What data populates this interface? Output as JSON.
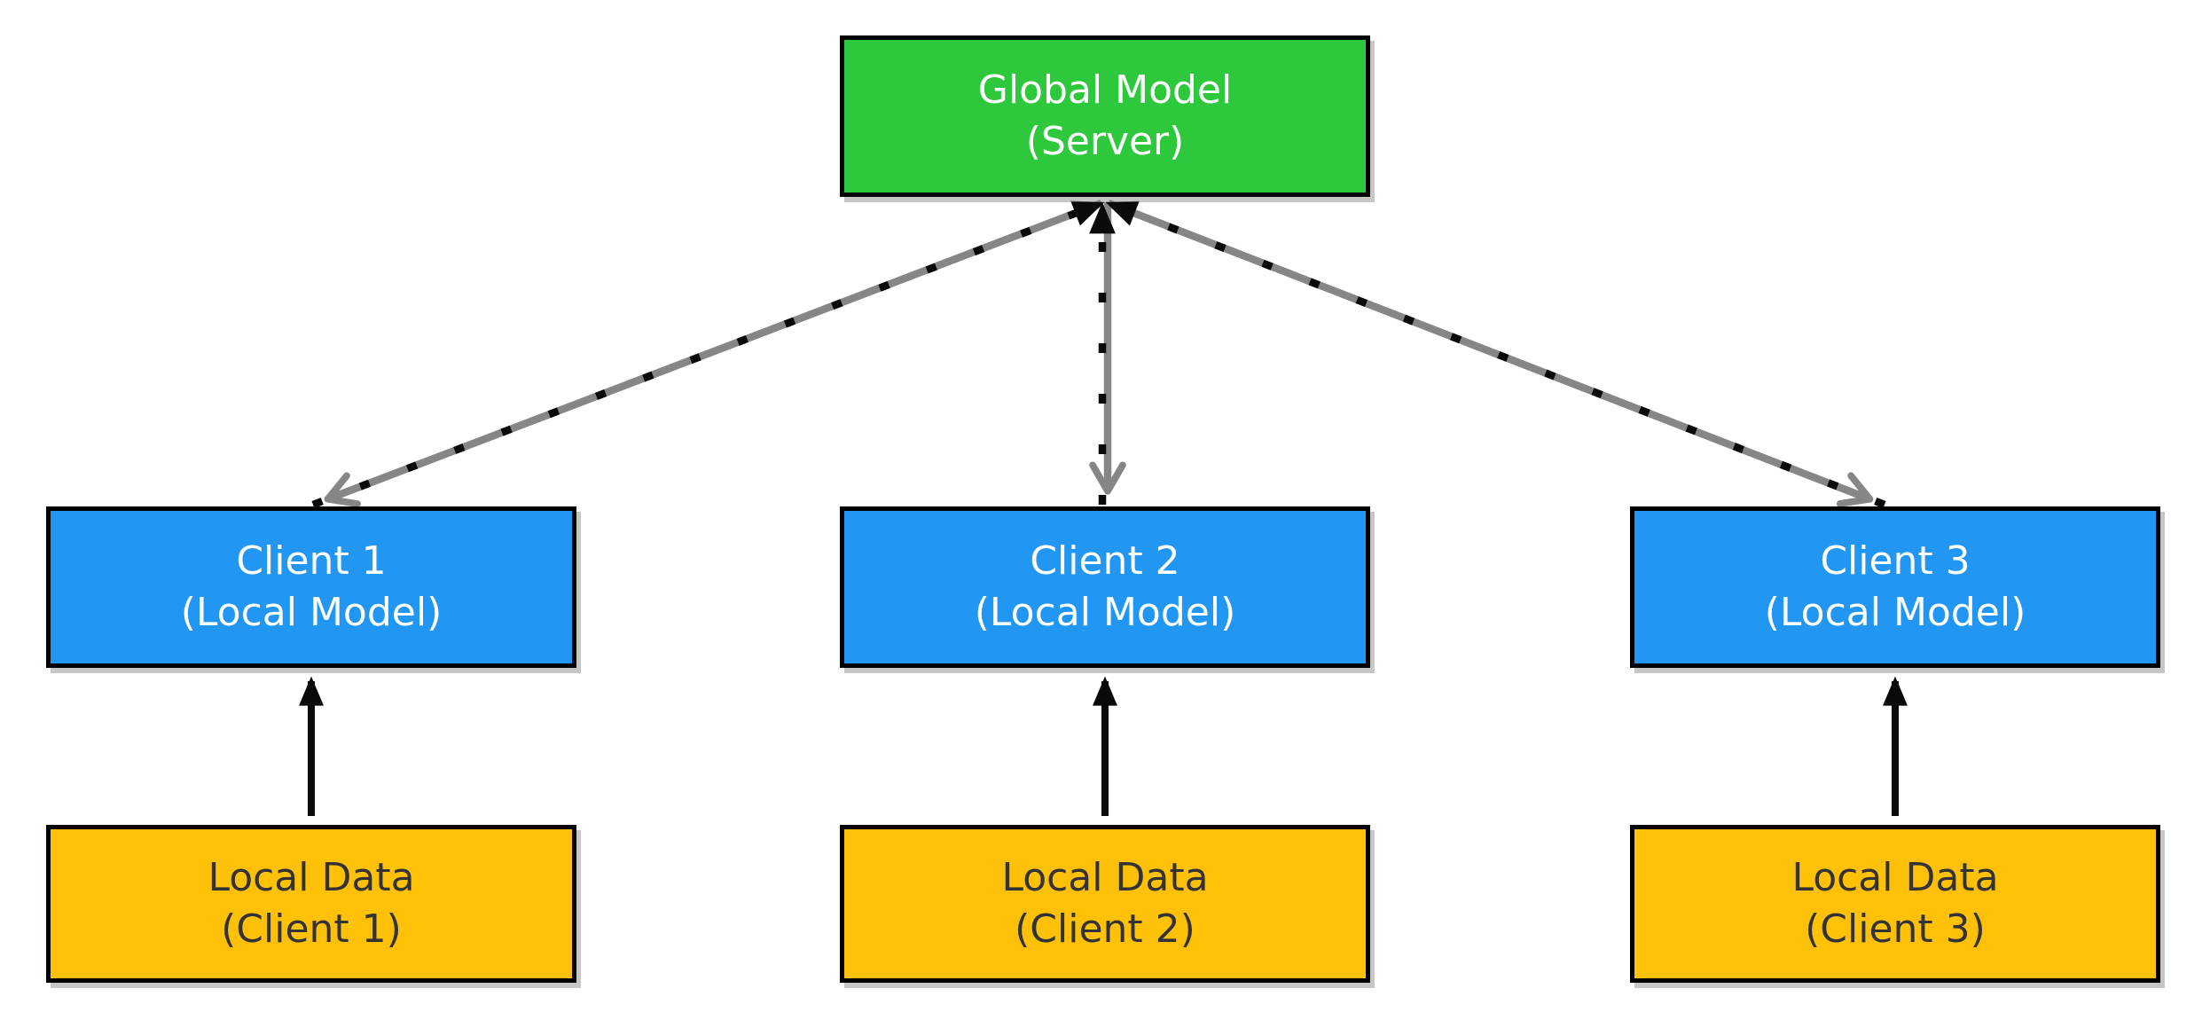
{
  "diagram": {
    "kind": "federated-learning-architecture",
    "colors": {
      "server_fill": "#2dc83c",
      "client_fill": "#2196f3",
      "data_fill": "#ffc107",
      "box_border": "#000000",
      "text_on_color": "#ffffff",
      "text_on_data": "#333333",
      "arrow_gray": "#868686",
      "arrow_black": "#0a0a0a",
      "background": "#ffffff"
    },
    "nodes": {
      "server": {
        "id": "server",
        "line1": "Global Model",
        "line2": "(Server)"
      },
      "clients": [
        {
          "id": "client-1",
          "line1": "Client 1",
          "line2": "(Local Model)"
        },
        {
          "id": "client-2",
          "line1": "Client 2",
          "line2": "(Local Model)"
        },
        {
          "id": "client-3",
          "line1": "Client 3",
          "line2": "(Local Model)"
        }
      ],
      "data_stores": [
        {
          "id": "data-1",
          "line1": "Local Data",
          "line2": "(Client 1)"
        },
        {
          "id": "data-2",
          "line1": "Local Data",
          "line2": "(Client 2)"
        },
        {
          "id": "data-3",
          "line1": "Local Data",
          "line2": "(Client 3)"
        }
      ]
    },
    "edges": [
      {
        "from": "server",
        "to": "client-1",
        "style": "gray-solid-arrow"
      },
      {
        "from": "client-1",
        "to": "server",
        "style": "black-dashed-arrow"
      },
      {
        "from": "server",
        "to": "client-2",
        "style": "gray-solid-arrow"
      },
      {
        "from": "client-2",
        "to": "server",
        "style": "black-dashed-arrow"
      },
      {
        "from": "server",
        "to": "client-3",
        "style": "gray-solid-arrow"
      },
      {
        "from": "client-3",
        "to": "server",
        "style": "black-dashed-arrow"
      },
      {
        "from": "data-1",
        "to": "client-1",
        "style": "black-solid-arrow"
      },
      {
        "from": "data-2",
        "to": "client-2",
        "style": "black-solid-arrow"
      },
      {
        "from": "data-3",
        "to": "client-3",
        "style": "black-solid-arrow"
      }
    ]
  }
}
